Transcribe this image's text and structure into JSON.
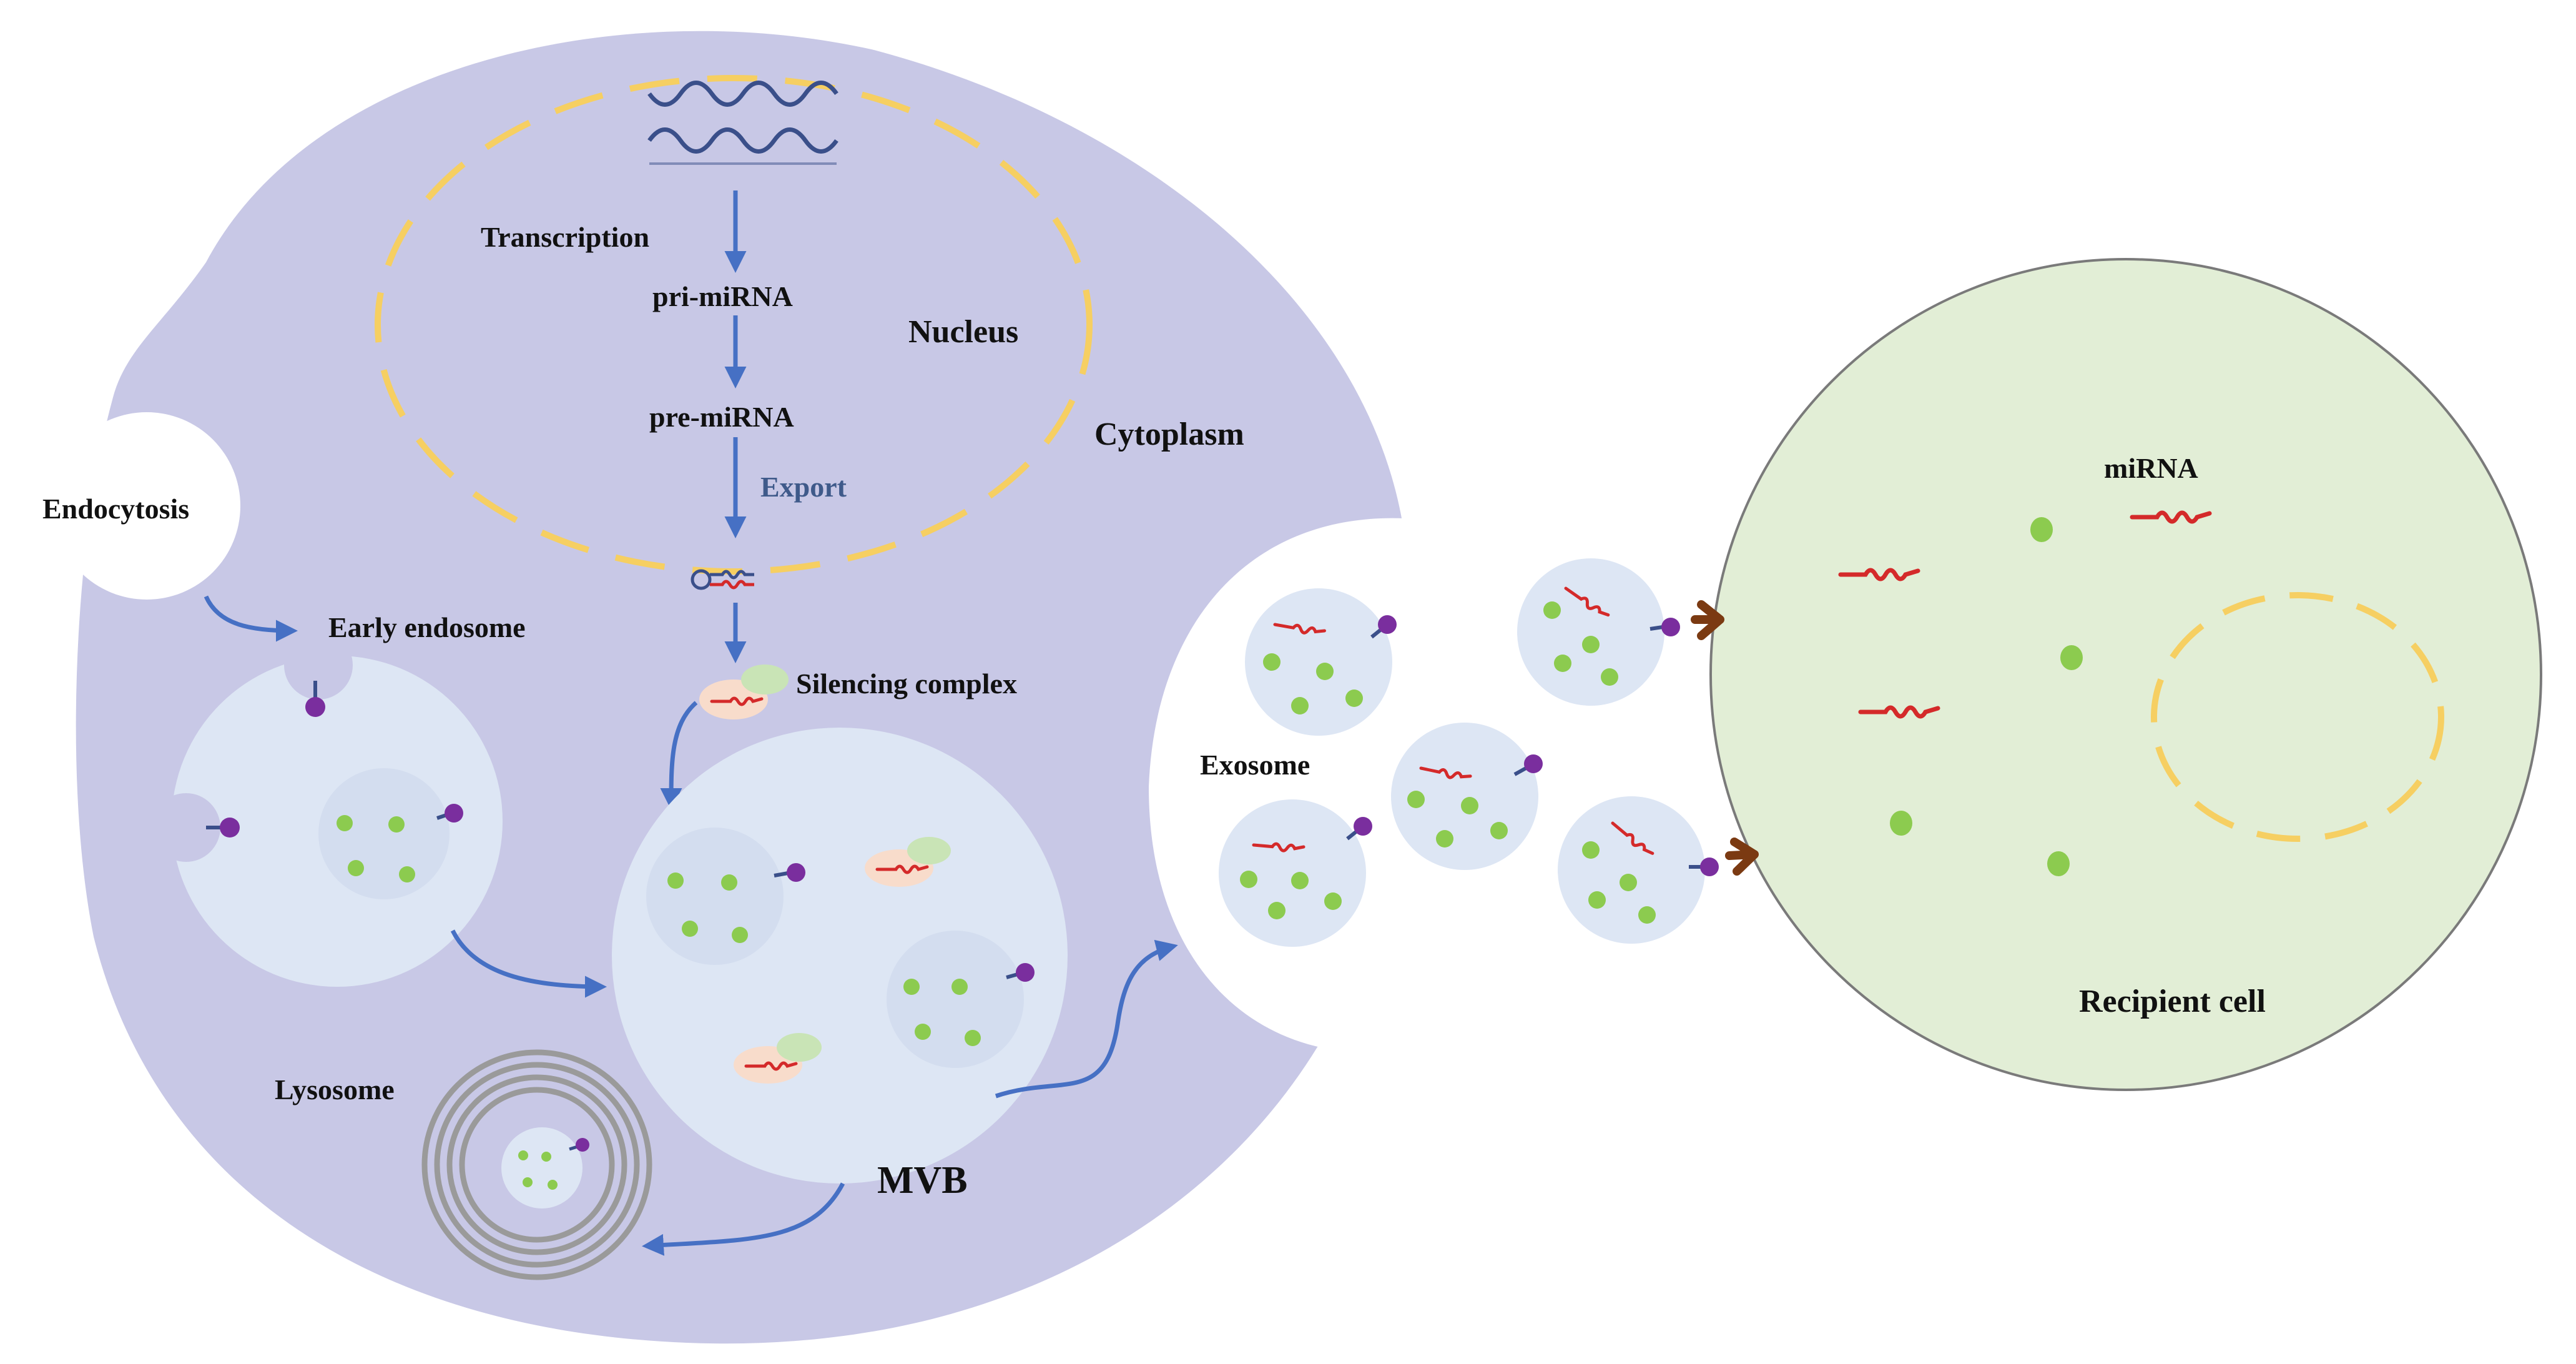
{
  "diagram": {
    "labels": {
      "transcription": "Transcription",
      "pri_mirna": "pri-miRNA",
      "pre_mirna": "pre-miRNA",
      "export": "Export",
      "nucleus": "Nucleus",
      "cytoplasm": "Cytoplasm",
      "endocytosis": "Endocytosis",
      "early_endosome": "Early endosome",
      "silencing_complex": "Silencing complex",
      "exosome": "Exosome",
      "lysosome": "Lysosome",
      "mvb": "MVB",
      "mirna": "miRNA",
      "recipient_cell": "Recipient cell"
    },
    "colors": {
      "donor_cell_fill": "#c8c8e6",
      "vesicle_fill": "#dde6f4",
      "nucleus_outline": "#f6cf62",
      "recipient_fill": "#e2eed6",
      "cargo_dot": "#8ccb4f",
      "mirna_strand": "#d42a2a",
      "receptor_head": "#7a2e9e",
      "receptor_y": "#7b3a12",
      "arrow": "#4670c4",
      "lysosome_rings": "#9a9a9a",
      "silencing_pink": "#f8dccb",
      "silencing_green": "#c9e4b6"
    }
  }
}
